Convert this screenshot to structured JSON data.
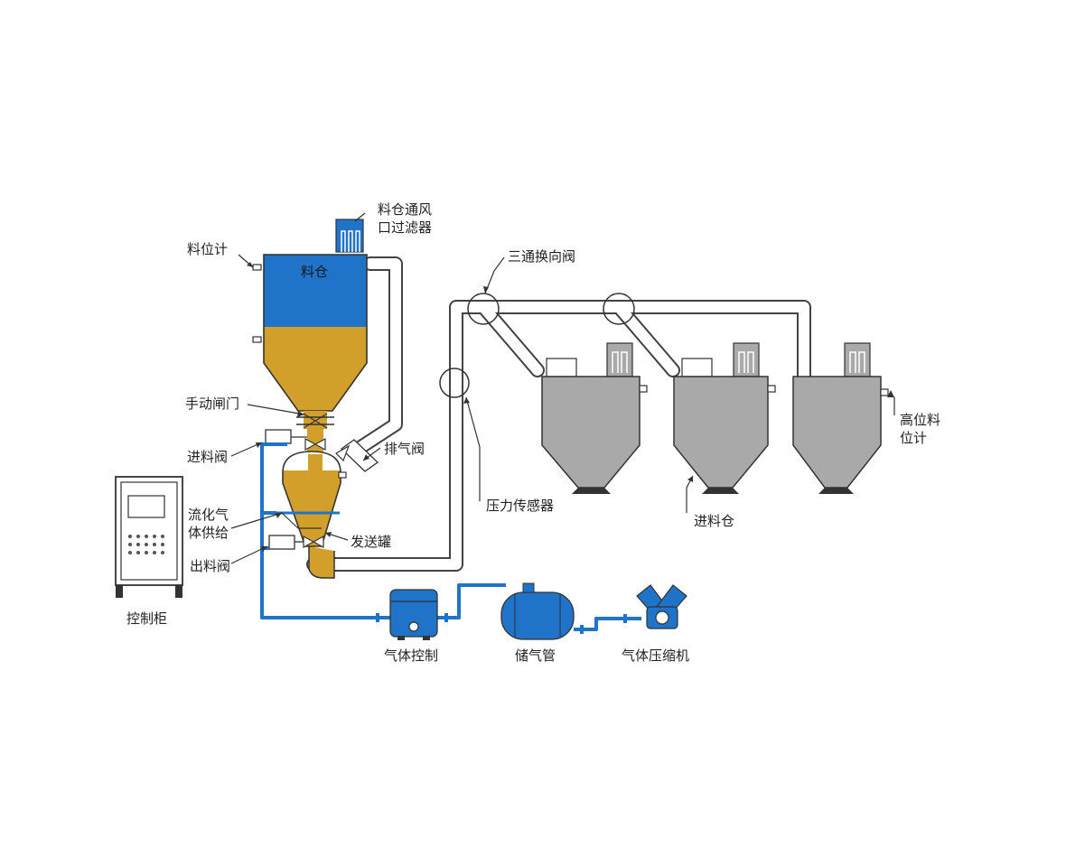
{
  "colors": {
    "material": "#d2a02a",
    "air_blue": "#1f73c8",
    "receiver_gray": "#a9a9a9",
    "pipe": "#ffffff"
  },
  "labels": {
    "bin_filter": [
      "料仓通风",
      "口过滤器"
    ],
    "level_gauge": "料位计",
    "bin": "料仓",
    "manual_gate": "手动闸门",
    "inlet_valve": "进料阀",
    "exhaust_valve": "排气阀",
    "fluidizing_air": [
      "流化气",
      "体供给"
    ],
    "conveying_tank": "发送罐",
    "outlet_valve": "出料阀",
    "control_cabinet": "控制柜",
    "gas_control": "气体控制",
    "air_receiver": "储气管",
    "compressor": "气体压缩机",
    "three_way_valve": "三通换向阀",
    "pressure_sensor": "压力传感器",
    "receiving_bin": "进料仓",
    "high_level_gauge": [
      "高位料",
      "位计"
    ]
  }
}
